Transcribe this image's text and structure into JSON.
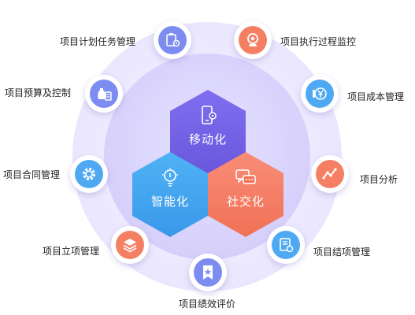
{
  "center": [
    {
      "id": "mobile",
      "label": "移动化"
    },
    {
      "id": "smart",
      "label": "智能化"
    },
    {
      "id": "social",
      "label": "社交化"
    }
  ],
  "nodes": [
    {
      "id": "task",
      "label": "项目计划任务管理",
      "icon": "clipboard-gear-icon",
      "color": "#7d8cf0"
    },
    {
      "id": "monitor",
      "label": "项目执行过程监控",
      "icon": "camera-icon",
      "color": "#f47f63"
    },
    {
      "id": "budget",
      "label": "项目预算及控制",
      "icon": "money-bag-calculator-icon",
      "color": "#7d8cf0"
    },
    {
      "id": "cost",
      "label": "项目成本管理",
      "icon": "yen-coin-icon",
      "color": "#4fa9f2"
    },
    {
      "id": "contract",
      "label": "项目合同管理",
      "icon": "gear-icon",
      "color": "#4fa9f2"
    },
    {
      "id": "analysis",
      "label": "项目分析",
      "icon": "line-chart-icon",
      "color": "#f47f63"
    },
    {
      "id": "setup",
      "label": "项目立项管理",
      "icon": "layers-icon",
      "color": "#f47f63"
    },
    {
      "id": "close",
      "label": "项目结项管理",
      "icon": "document-icon",
      "color": "#4fa9f2"
    },
    {
      "id": "perf",
      "label": "项目绩效评价",
      "icon": "bookmark-star-icon",
      "color": "#7d8cf0"
    }
  ]
}
